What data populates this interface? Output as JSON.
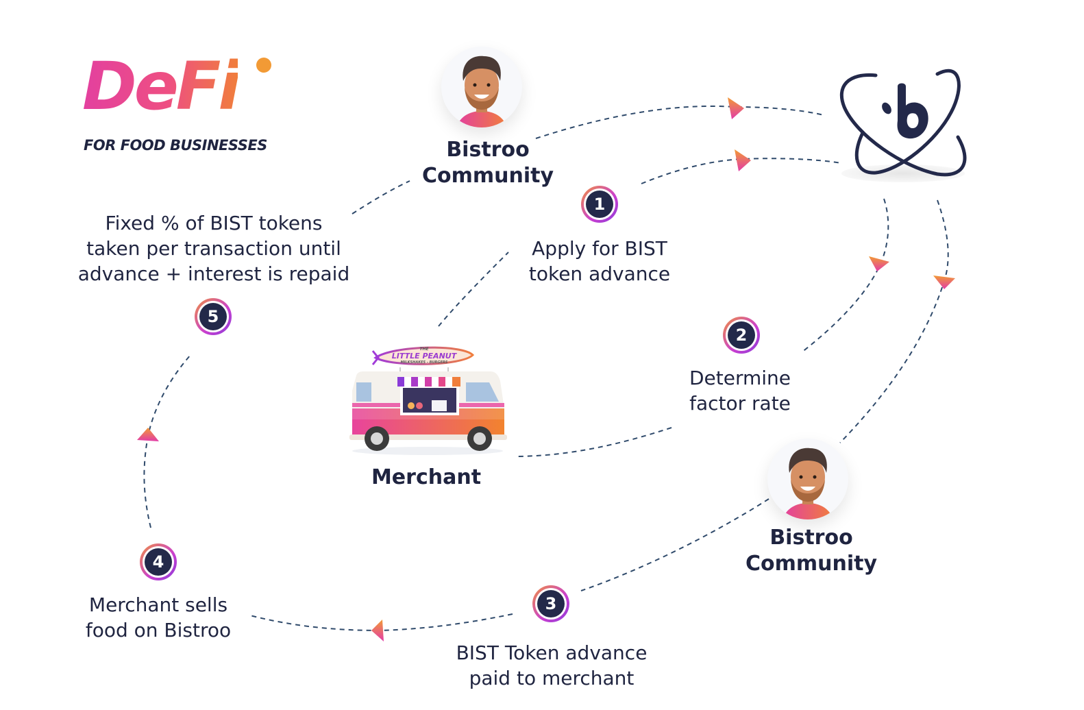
{
  "logo": {
    "title": "DeFi",
    "subtitle": "FOR FOOD BUSINESSES"
  },
  "colors": {
    "navy": "#23294a",
    "pink": "#e3409f",
    "orange": "#f07e3c",
    "line": "#2f4a6b"
  },
  "actors": {
    "community_top": {
      "name_line1": "Bistroo",
      "name_line2": "Community",
      "icon": "person-avatar-icon"
    },
    "community_bottom": {
      "name_line1": "Bistroo",
      "name_line2": "Community",
      "icon": "person-avatar-icon"
    },
    "bistroo_logo": {
      "icon": "bistroo-atom-logo-icon",
      "letter": "b"
    },
    "merchant": {
      "name": "Merchant",
      "icon": "food-truck-icon",
      "sign_top": "THE",
      "sign_main": "LITTLE PEANUT",
      "sign_bottom": "MILKSHAKES - BURGERS"
    }
  },
  "steps": [
    {
      "number": "1",
      "line1": "Apply for BIST",
      "line2": "token advance"
    },
    {
      "number": "2",
      "line1": "Determine",
      "line2": "factor rate"
    },
    {
      "number": "3",
      "line1": "BIST Token advance",
      "line2": "paid to merchant"
    },
    {
      "number": "4",
      "line1": "Merchant sells",
      "line2": "food on Bistroo"
    },
    {
      "number": "5",
      "line1": "Fixed % of BIST tokens",
      "line2": "taken per transaction until",
      "line3": "advance + interest is repaid"
    }
  ]
}
